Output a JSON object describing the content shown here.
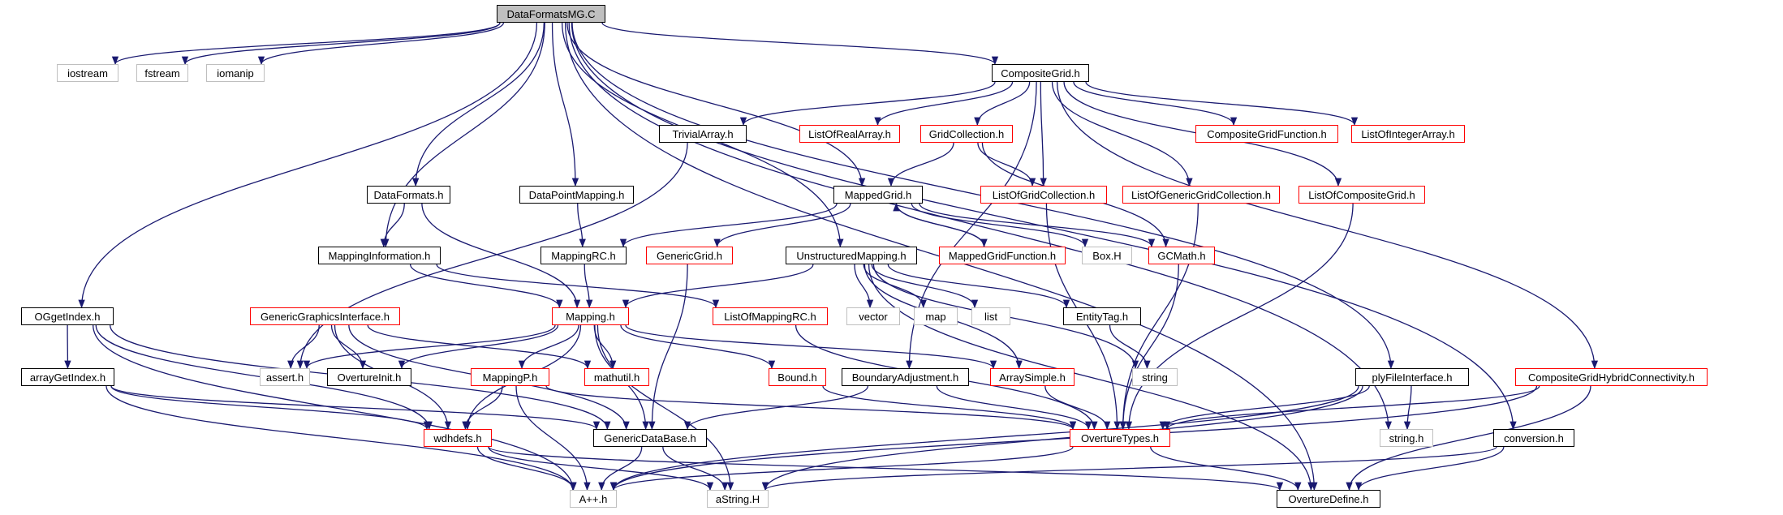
{
  "nodes": [
    {
      "id": "root",
      "label": "DataFormatsMG.C",
      "kind": "root"
    },
    {
      "id": "iostream",
      "label": "iostream",
      "kind": "gray"
    },
    {
      "id": "fstream",
      "label": "fstream",
      "kind": "gray"
    },
    {
      "id": "iomanip",
      "label": "iomanip",
      "kind": "gray"
    },
    {
      "id": "CompositeGrid",
      "label": "CompositeGrid.h",
      "kind": "black"
    },
    {
      "id": "TrivialArray",
      "label": "TrivialArray.h",
      "kind": "black"
    },
    {
      "id": "ListOfRealArray",
      "label": "ListOfRealArray.h",
      "kind": "red"
    },
    {
      "id": "GridCollection",
      "label": "GridCollection.h",
      "kind": "red"
    },
    {
      "id": "CompositeGridFunction",
      "label": "CompositeGridFunction.h",
      "kind": "red"
    },
    {
      "id": "ListOfIntegerArray",
      "label": "ListOfIntegerArray.h",
      "kind": "red"
    },
    {
      "id": "DataFormats",
      "label": "DataFormats.h",
      "kind": "black"
    },
    {
      "id": "DataPointMapping",
      "label": "DataPointMapping.h",
      "kind": "black"
    },
    {
      "id": "MappedGrid",
      "label": "MappedGrid.h",
      "kind": "black"
    },
    {
      "id": "ListOfGridCollection",
      "label": "ListOfGridCollection.h",
      "kind": "red"
    },
    {
      "id": "ListOfGenericGridCollection",
      "label": "ListOfGenericGridCollection.h",
      "kind": "red"
    },
    {
      "id": "ListOfCompositeGrid",
      "label": "ListOfCompositeGrid.h",
      "kind": "red"
    },
    {
      "id": "MappingInformation",
      "label": "MappingInformation.h",
      "kind": "black"
    },
    {
      "id": "MappingRC",
      "label": "MappingRC.h",
      "kind": "black"
    },
    {
      "id": "GenericGrid",
      "label": "GenericGrid.h",
      "kind": "red"
    },
    {
      "id": "UnstructuredMapping",
      "label": "UnstructuredMapping.h",
      "kind": "black"
    },
    {
      "id": "MappedGridFunction",
      "label": "MappedGridFunction.h",
      "kind": "red"
    },
    {
      "id": "BoxH",
      "label": "Box.H",
      "kind": "gray"
    },
    {
      "id": "GCMath",
      "label": "GCMath.h",
      "kind": "red"
    },
    {
      "id": "OGgetIndex",
      "label": "OGgetIndex.h",
      "kind": "black"
    },
    {
      "id": "GenericGraphicsInterface",
      "label": "GenericGraphicsInterface.h",
      "kind": "red"
    },
    {
      "id": "Mapping",
      "label": "Mapping.h",
      "kind": "red"
    },
    {
      "id": "ListOfMappingRC",
      "label": "ListOfMappingRC.h",
      "kind": "red"
    },
    {
      "id": "vector",
      "label": "vector",
      "kind": "gray"
    },
    {
      "id": "map",
      "label": "map",
      "kind": "gray"
    },
    {
      "id": "list",
      "label": "list",
      "kind": "gray"
    },
    {
      "id": "EntityTag",
      "label": "EntityTag.h",
      "kind": "black"
    },
    {
      "id": "stringStd",
      "label": "string",
      "kind": "gray"
    },
    {
      "id": "arrayGetIndex",
      "label": "arrayGetIndex.h",
      "kind": "black"
    },
    {
      "id": "assert",
      "label": "assert.h",
      "kind": "gray"
    },
    {
      "id": "OvertureInit",
      "label": "OvertureInit.h",
      "kind": "black"
    },
    {
      "id": "mathutil",
      "label": "mathutil.h",
      "kind": "red"
    },
    {
      "id": "MappingP",
      "label": "MappingP.h",
      "kind": "red"
    },
    {
      "id": "Bound",
      "label": "Bound.h",
      "kind": "red"
    },
    {
      "id": "BoundaryAdjustment",
      "label": "BoundaryAdjustment.h",
      "kind": "black"
    },
    {
      "id": "ArraySimple",
      "label": "ArraySimple.h",
      "kind": "red"
    },
    {
      "id": "plyFileInterface",
      "label": "plyFileInterface.h",
      "kind": "black"
    },
    {
      "id": "CompositeGridHybridConnectivity",
      "label": "CompositeGridHybridConnectivity.h",
      "kind": "red"
    },
    {
      "id": "wdhdefs",
      "label": "wdhdefs.h",
      "kind": "red"
    },
    {
      "id": "GenericDataBase",
      "label": "GenericDataBase.h",
      "kind": "black"
    },
    {
      "id": "OvertureTypes",
      "label": "OvertureTypes.h",
      "kind": "red"
    },
    {
      "id": "stringH",
      "label": "string.h",
      "kind": "gray"
    },
    {
      "id": "conversion",
      "label": "conversion.h",
      "kind": "black"
    },
    {
      "id": "App",
      "label": "A++.h",
      "kind": "gray"
    },
    {
      "id": "aString",
      "label": "aString.H",
      "kind": "gray"
    },
    {
      "id": "OvertureDefine",
      "label": "OvertureDefine.h",
      "kind": "black"
    }
  ],
  "edges": [
    [
      "root",
      "iostream"
    ],
    [
      "root",
      "fstream"
    ],
    [
      "root",
      "iomanip"
    ],
    [
      "root",
      "CompositeGrid"
    ],
    [
      "root",
      "DataFormats"
    ],
    [
      "root",
      "DataPointMapping"
    ],
    [
      "root",
      "MappingInformation"
    ],
    [
      "root",
      "MappedGrid"
    ],
    [
      "root",
      "UnstructuredMapping"
    ],
    [
      "root",
      "OGgetIndex"
    ],
    [
      "root",
      "plyFileInterface"
    ],
    [
      "root",
      "stringH"
    ],
    [
      "root",
      "conversion"
    ],
    [
      "root",
      "OvertureDefine"
    ],
    [
      "CompositeGrid",
      "TrivialArray"
    ],
    [
      "CompositeGrid",
      "ListOfRealArray"
    ],
    [
      "CompositeGrid",
      "GridCollection"
    ],
    [
      "CompositeGrid",
      "CompositeGridFunction"
    ],
    [
      "CompositeGrid",
      "ListOfIntegerArray"
    ],
    [
      "CompositeGrid",
      "ListOfGridCollection"
    ],
    [
      "CompositeGrid",
      "ListOfGenericGridCollection"
    ],
    [
      "CompositeGrid",
      "ListOfCompositeGrid"
    ],
    [
      "CompositeGrid",
      "CompositeGridHybridConnectivity"
    ],
    [
      "CompositeGrid",
      "BoundaryAdjustment"
    ],
    [
      "GridCollection",
      "MappedGrid"
    ],
    [
      "GridCollection",
      "ListOfGridCollection"
    ],
    [
      "GridCollection",
      "GCMath"
    ],
    [
      "MappedGrid",
      "MappingRC"
    ],
    [
      "MappedGrid",
      "GenericGrid"
    ],
    [
      "MappedGrid",
      "MappedGridFunction"
    ],
    [
      "MappedGrid",
      "BoxH"
    ],
    [
      "MappedGrid",
      "GCMath"
    ],
    [
      "MappedGridFunction",
      "MappedGrid"
    ],
    [
      "DataFormats",
      "MappingInformation"
    ],
    [
      "DataFormats",
      "Mapping"
    ],
    [
      "DataPointMapping",
      "MappingRC"
    ],
    [
      "MappingInformation",
      "Mapping"
    ],
    [
      "MappingInformation",
      "ListOfMappingRC"
    ],
    [
      "MappingRC",
      "Mapping"
    ],
    [
      "UnstructuredMapping",
      "Mapping"
    ],
    [
      "UnstructuredMapping",
      "vector"
    ],
    [
      "UnstructuredMapping",
      "map"
    ],
    [
      "UnstructuredMapping",
      "list"
    ],
    [
      "UnstructuredMapping",
      "EntityTag"
    ],
    [
      "UnstructuredMapping",
      "stringStd"
    ],
    [
      "UnstructuredMapping",
      "ArraySimple"
    ],
    [
      "UnstructuredMapping",
      "OvertureDefine"
    ],
    [
      "TrivialArray",
      "assert"
    ],
    [
      "GenericGrid",
      "GenericDataBase"
    ],
    [
      "ListOfMappingRC",
      "OvertureTypes"
    ],
    [
      "ListOfGridCollection",
      "OvertureTypes"
    ],
    [
      "ListOfGenericGridCollection",
      "OvertureTypes"
    ],
    [
      "ListOfCompositeGrid",
      "OvertureTypes"
    ],
    [
      "GCMath",
      "OvertureTypes"
    ],
    [
      "EntityTag",
      "stringStd"
    ],
    [
      "OGgetIndex",
      "arrayGetIndex"
    ],
    [
      "OGgetIndex",
      "wdhdefs"
    ],
    [
      "OGgetIndex",
      "GenericDataBase"
    ],
    [
      "OGgetIndex",
      "App"
    ],
    [
      "GenericGraphicsInterface",
      "assert"
    ],
    [
      "GenericGraphicsInterface",
      "OvertureInit"
    ],
    [
      "GenericGraphicsInterface",
      "mathutil"
    ],
    [
      "GenericGraphicsInterface",
      "wdhdefs"
    ],
    [
      "GenericGraphicsInterface",
      "GenericDataBase"
    ],
    [
      "Mapping",
      "assert"
    ],
    [
      "Mapping",
      "OvertureInit"
    ],
    [
      "Mapping",
      "mathutil"
    ],
    [
      "Mapping",
      "MappingP"
    ],
    [
      "Mapping",
      "Bound"
    ],
    [
      "Mapping",
      "ArraySimple"
    ],
    [
      "Mapping",
      "wdhdefs"
    ],
    [
      "Mapping",
      "GenericDataBase"
    ],
    [
      "Mapping",
      "aString"
    ],
    [
      "arrayGetIndex",
      "wdhdefs"
    ],
    [
      "arrayGetIndex",
      "GenericDataBase"
    ],
    [
      "arrayGetIndex",
      "App"
    ],
    [
      "MappingP",
      "wdhdefs"
    ],
    [
      "MappingP",
      "App"
    ],
    [
      "MappingP",
      "OvertureTypes"
    ],
    [
      "Bound",
      "OvertureTypes"
    ],
    [
      "BoundaryAdjustment",
      "GenericDataBase"
    ],
    [
      "BoundaryAdjustment",
      "OvertureTypes"
    ],
    [
      "ArraySimple",
      "OvertureTypes"
    ],
    [
      "plyFileInterface",
      "stringH"
    ],
    [
      "plyFileInterface",
      "OvertureTypes"
    ],
    [
      "plyFileInterface",
      "App"
    ],
    [
      "plyFileInterface",
      "aString"
    ],
    [
      "CompositeGridHybridConnectivity",
      "OvertureTypes"
    ],
    [
      "CompositeGridHybridConnectivity",
      "App"
    ],
    [
      "CompositeGridHybridConnectivity",
      "OvertureDefine"
    ],
    [
      "wdhdefs",
      "App"
    ],
    [
      "wdhdefs",
      "aString"
    ],
    [
      "wdhdefs",
      "OvertureDefine"
    ],
    [
      "GenericDataBase",
      "App"
    ],
    [
      "GenericDataBase",
      "aString"
    ],
    [
      "OvertureTypes",
      "OvertureDefine"
    ],
    [
      "OvertureTypes",
      "App"
    ],
    [
      "conversion",
      "aString"
    ],
    [
      "conversion",
      "OvertureDefine"
    ]
  ]
}
